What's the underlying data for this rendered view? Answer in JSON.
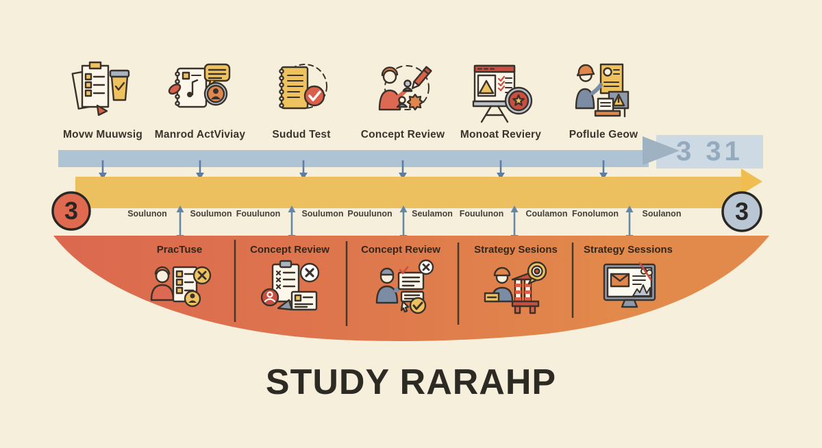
{
  "title": "STUDY RARAHP",
  "top_steps": [
    {
      "label": "Movw Muuwsig",
      "icon": "checklist-coffee"
    },
    {
      "label": "Manrod ActViviay",
      "icon": "music-journal-chat"
    },
    {
      "label": "Sudud Test",
      "icon": "notepad-check"
    },
    {
      "label": "Concept Review",
      "icon": "mentor-figures-pencil"
    },
    {
      "label": "Monoat Reviery",
      "icon": "presentation-chart-star"
    },
    {
      "label": "Poflule Geow",
      "icon": "presenter-warning-board"
    }
  ],
  "timeline": {
    "date_badge": "3 31",
    "left_marker": "3",
    "right_marker": "3"
  },
  "connector_labels": [
    "Soulunon",
    "Soulumon",
    "Fouulunon",
    "Soulumon",
    "Pouulunon",
    "Seulamon",
    "Fouulunon",
    "Coulamon",
    "Fonolumon",
    "Soulanon"
  ],
  "bottom_sections": [
    {
      "label": "PracTuse",
      "icon": "practice-person-checklist"
    },
    {
      "label": "Concept Review",
      "icon": "clipboard-x-feedback"
    },
    {
      "label": "Concept Review",
      "icon": "person-documents-check"
    },
    {
      "label": "Strategy Sesions",
      "icon": "builder-structure-target"
    },
    {
      "label": "Strategy Sessions",
      "icon": "monitor-analytics"
    }
  ],
  "colors": {
    "background": "#f5efdc",
    "blue_band": "#aec3d4",
    "blue_box": "#cdd9e3",
    "blue_number": "#94aabd",
    "connector_arrow": "#5d7ea2",
    "yellow_band": "#edc05f",
    "left_circle": "#e06a50",
    "right_circle": "#b9c6d3",
    "bowl_left": "#db684f",
    "bowl_right": "#e28a4b",
    "outline": "#2a2824",
    "title_text": "#2d2a24"
  }
}
